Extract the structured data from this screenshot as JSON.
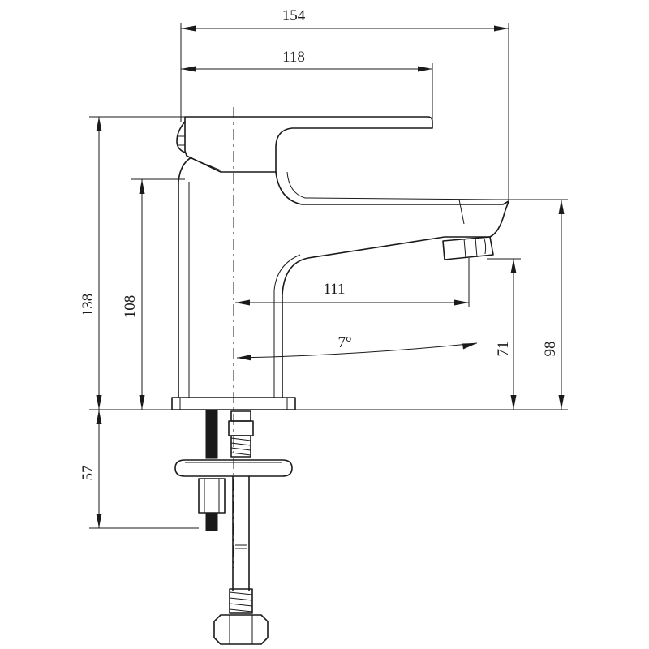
{
  "dimensions": {
    "overall_length": "154",
    "handle_length": "118",
    "total_height": "138",
    "body_height": "108",
    "spout_reach": "111",
    "spout_angle": "7°",
    "outlet_height": "71",
    "spout_top_height": "98",
    "shank_length": "57"
  }
}
